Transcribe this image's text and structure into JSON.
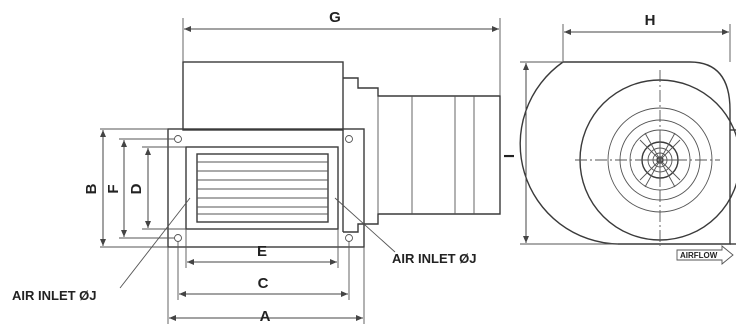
{
  "dimension_labels": {
    "A": "A",
    "B": "B",
    "C": "C",
    "D": "D",
    "E": "E",
    "F": "F",
    "G": "G",
    "H": "H",
    "I": "I"
  },
  "callouts": {
    "air_inlet_left": "AIR INLET ØJ",
    "air_inlet_right": "AIR INLET ØJ",
    "airflow": "AIRFLOW"
  }
}
